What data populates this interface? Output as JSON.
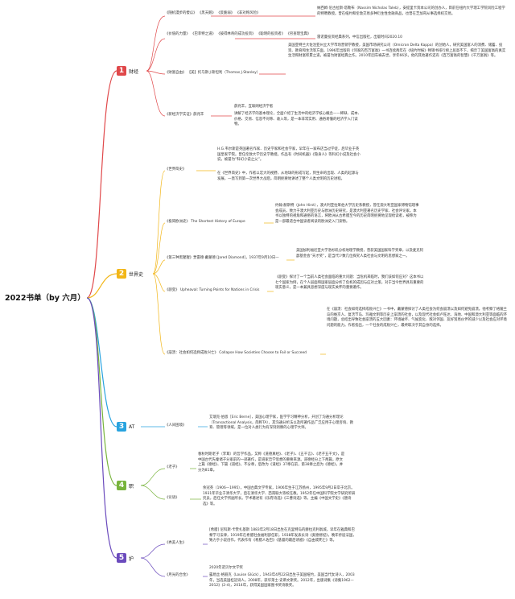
{
  "root": "2022书单（by 六月）",
  "colors": {
    "s1": "#e0484a",
    "s2": "#f2b618",
    "s3": "#28a3df",
    "s4": "#78b43c",
    "s5": "#6b4bbd"
  },
  "sections": [
    {
      "num": "1",
      "name": "财经"
    },
    {
      "num": "2",
      "name": "世界史"
    },
    {
      "num": "3",
      "name": "AT"
    },
    {
      "num": "4",
      "name": "职"
    },
    {
      "num": "5",
      "name": "护"
    }
  ],
  "b1": {
    "l1": "《随机漫步的傻瓜》 《黑天鹅》 《反脆弱》 《非对称风险》",
    "d1": "纳西姆·尼古拉斯·塔勒布（Nassim Nicholas Taleb），安提里卡资本公司的创办人，目前任纽约大学理工学院风险工程学的特聘教授。曾在纽约和伦敦交易多种衍生性金融商品，也曾在芝加哥从事选择权交易。",
    "l2": "《价值的力量》 《巴菲特之道》 《彼得林奇的成功投资》 《聪明的投资者》 《穷查理宝典》",
    "d2": "雷诺曼投资经典系列，中信出版社，出版时间2020.10",
    "l3": "《财富自由》 【美】托马斯·J·斯坦利（Thomas J.Stanley）",
    "d3": "美国亚特兰大佐治亚州立大学市场营销学教授，美国市场研究公司（Omicron Delta Kappa）的创始人，研究美国富人的消费、储蓄、投资、教育和生活等方面，1996年出版的《邻家的百万富翁》一书连续两年在《纽约时报》畅销书排行榜上居高不下，揭示了美国富翁的真实生活和财富积累之道，被誉为财富经典之作。2010年因车祸去世，享年66岁。他的其他著作还有《百万富翁的智慧》《千万富翁》等。",
    "l4": "《新经济学实证》薛兆丰",
    "d4a": "薛兆丰，互联网经济学者",
    "d4b": "讲解了经济学的基本理论，全面介绍了生活中的经济学核心概念——稀缺、成本、价格、交易、信息不对称、收入等，是一本非常实用、通俗易懂的经济学入门读物。"
  },
  "b2": {
    "l1": "《世界简史》",
    "d1a": "H.G.韦尔斯是英国著名作家、历史学家和社会学家，早年在一家布店当过学徒，后毕业于英国皇家学院。曾任伦敦大学历史学教授。作品有《时间机器》《隐身人》等科幻小说及社会小说，被誉为“科幻小说之父”。",
    "d1b": "在《世界简史》中，作者以宏大的视野，从地球的形成写起，到生命的出现、人类的起源与发展，一直写到第一次世界大战后，简明扼要地讲述了整个人类文明的历史进程。",
    "l2": "《极简欧洲史》 The Shortest History of Europe",
    "d2": "约翰·赫斯特（John Hirst），澳大利亚拉筹伯大学历史系教授，曾任澳大利亚国家博物馆理事会成员，致力于澳大利亚历史与欧洲历史研究，是澳大利亚著名历史学家、社会评论家。本书以独特的视角和通俗的语言，将欧洲从古希腊至今的历史简明扼要地呈现给读者，被称为是一部最适合中国读者阅读的欧洲史入门读物。",
    "l3": "《第三种黑猩猩》贾雷德·戴蒙德 [Jared Diamond]，1937年9月10日—",
    "d3": "美国加利福尼亚大学洛杉矶分校地理学教授，曾获美国国家科学奖章，以及麦克阿瑟基金会“天才奖”，是当代少数几位探究人类社会与文明的思想家之一。",
    "l4": "《剧变》 Upheaval: Turning Points for Nations in Crisis",
    "d4": "《剧变》探讨了一个当前人类社会面临的重大问题：当危机来临时，我们该如何应对？这本书以七个国家为例，在个人层面和国家层面分析了危机的成因与应对之策，对于当今世界具有重要的现实意义，是一本兼具思想深度与现实关怀的重要著作。",
    "l5": "《崩溃：社会如何选择成败兴亡》 Collapse How Societies Choose to Fail or Succeed",
    "d5": "在《崩溃：社会如何选择成败兴亡》一书中，戴蒙德探讨了人类社会为何会崩溃以及如何避免崩溃。他考察了格陵兰岛的维京人、复活节岛、玛雅文明等历史上崩溃的社会，以及现代社会如卢旺达、海地、中国和澳大利亚等面临的环境问题，总结出导致社会崩溃的五大因素：环境破坏、气候变化、敌对邻国、友好贸易伙伴的减少以及社会应对环境问题的能力。作者指出，一个社会的成败兴亡，最终取决于其自身的选择。"
  },
  "b3": {
    "l1": "《人间困境》",
    "d1": "艾瑞克·伯恩［Eric Berne］，美国心理学家，医学学习精神分析，开创了沟通分析理论（Transactional Analysis，简称TA），其沟通分析法以及所著作品广泛应用于心理咨询、教育、管理等领域，是一位对人类行为有深刻洞察的心理学大师。"
  },
  "b4": {
    "l1": "《老子》",
    "d1": "春秋时期老子（李耳）的哲学作品，又称《道德真经》、《老子》、《五千言》、《老子五千文》，是中国古代先秦诸子分家前的一部著作，是道家哲学思想的重要来源。道德经分上下两篇，原文上篇《德经》、下篇《道经》，不分章，后改为《道经》37章在前，第38章之后为《德经》，并分为81章。",
    "l2": "《论语》",
    "d2": "余冠英（1906—1995），中国古典文学专家，1906年生于江苏扬州，1995年9月2日卒于北京。1931年毕业于清华大学，后在清华大学、西南联大等校任教。1952年任中国科学院文学研究所研究员，后任文学所副所长。学术著述有《乐府诗选》《三曹诗选》等，主编《中国文学史》《唐诗选》等。"
  },
  "b5": {
    "l1": "《秀美人生》",
    "d1": "[希腊] 尼科斯·卡赞扎基斯 1883年2月18日出生在克里特岛的赫拉克利翁城，早年在雅典和巴黎学习法律，1919年在希腊社会福利部任职，1938年发表长诗《奥德修纪》，晚年侨居法国，致力于小说创作，代表作有《希腊人佐巴》《基督的最后诱惑》《自由或死亡》等。",
    "l2": "《月光的合金》",
    "d2a": "2020年诺贝尔文学奖",
    "d2b": "露易丝·格丽克（Louise Glück），1943年4月22日出生于美国纽约，美国当代女诗人，2003年，当选美国桂冠诗人。2008年，获华莱士·史蒂文斯奖。2012年，出版诗集《诗集1962—2012》(2-4)，2014年，获得美国国家图书奖诗歌奖。"
  }
}
